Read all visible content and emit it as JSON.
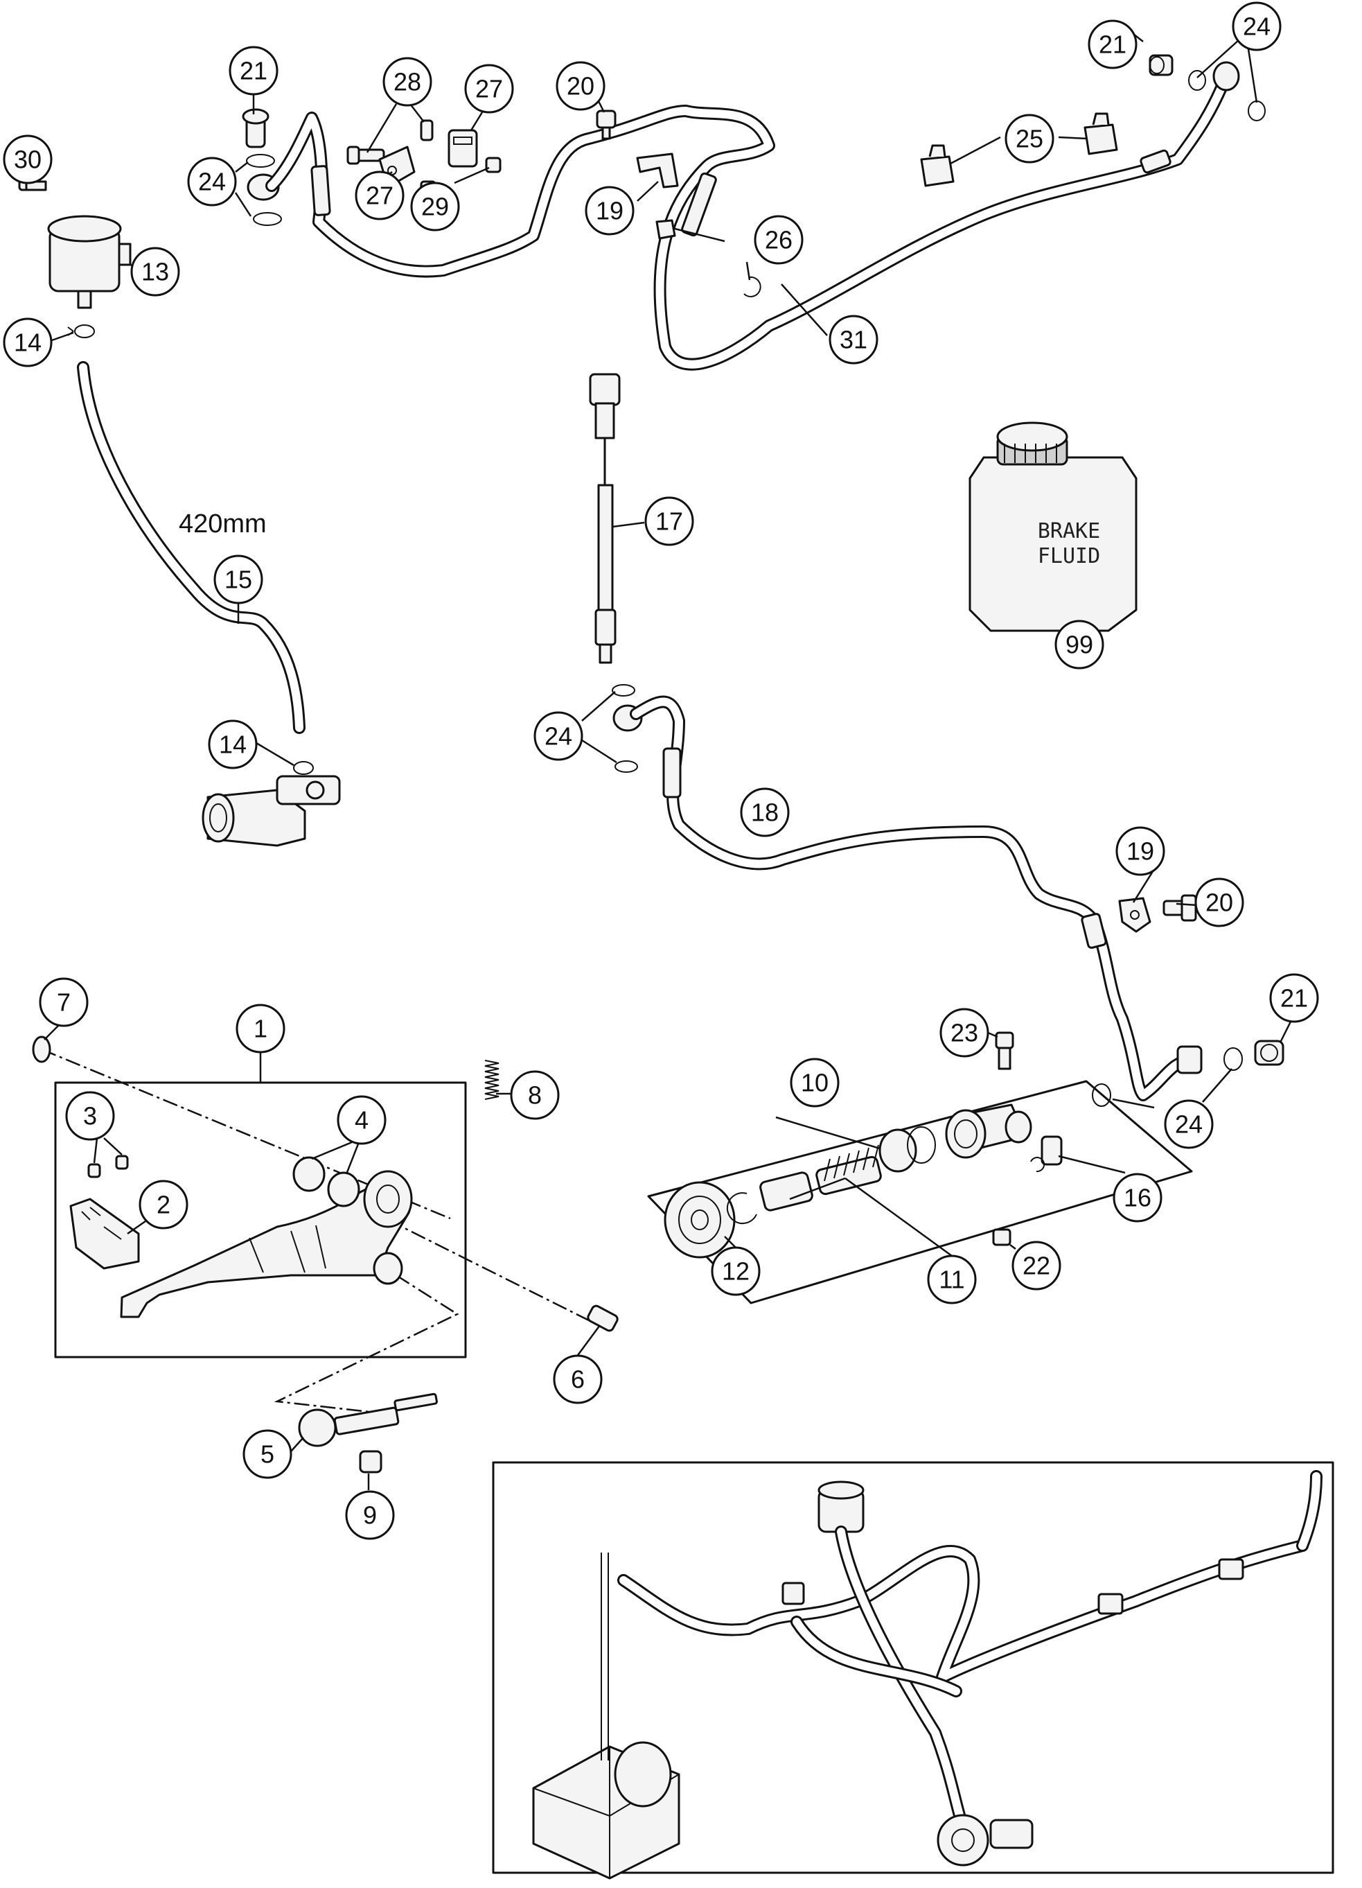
{
  "callouts": [
    {
      "id": "c30a",
      "label": "30"
    },
    {
      "id": "c13",
      "label": "13"
    },
    {
      "id": "c14a",
      "label": "14"
    },
    {
      "id": "c21a",
      "label": "21"
    },
    {
      "id": "c24a",
      "label": "24"
    },
    {
      "id": "c28",
      "label": "28"
    },
    {
      "id": "c27a",
      "label": "27"
    },
    {
      "id": "c27b",
      "label": "27"
    },
    {
      "id": "c29",
      "label": "29"
    },
    {
      "id": "c20a",
      "label": "20"
    },
    {
      "id": "c19a",
      "label": "19"
    },
    {
      "id": "c26",
      "label": "26"
    },
    {
      "id": "c21b",
      "label": "21"
    },
    {
      "id": "c24b",
      "label": "24"
    },
    {
      "id": "c25",
      "label": "25"
    },
    {
      "id": "c31",
      "label": "31"
    },
    {
      "id": "c15",
      "label": "15"
    },
    {
      "id": "c14b",
      "label": "14"
    },
    {
      "id": "c17",
      "label": "17"
    },
    {
      "id": "c99",
      "label": "99"
    },
    {
      "id": "c24c",
      "label": "24"
    },
    {
      "id": "c18",
      "label": "18"
    },
    {
      "id": "c19b",
      "label": "19"
    },
    {
      "id": "c20b",
      "label": "20"
    },
    {
      "id": "c21c",
      "label": "21"
    },
    {
      "id": "c24d",
      "label": "24"
    },
    {
      "id": "c7",
      "label": "7"
    },
    {
      "id": "c1",
      "label": "1"
    },
    {
      "id": "c8",
      "label": "8"
    },
    {
      "id": "c3",
      "label": "3"
    },
    {
      "id": "c4",
      "label": "4"
    },
    {
      "id": "c2",
      "label": "2"
    },
    {
      "id": "c6",
      "label": "6"
    },
    {
      "id": "c5",
      "label": "5"
    },
    {
      "id": "c9",
      "label": "9"
    },
    {
      "id": "c23",
      "label": "23"
    },
    {
      "id": "c10",
      "label": "10"
    },
    {
      "id": "c12",
      "label": "12"
    },
    {
      "id": "c11",
      "label": "11"
    },
    {
      "id": "c16",
      "label": "16"
    },
    {
      "id": "c22",
      "label": "22"
    }
  ],
  "annotations": {
    "hose_length": "420mm"
  },
  "fluid_can": {
    "line1": "BRAKE",
    "line2": "FLUID"
  },
  "colors": {
    "line": "#111111",
    "fill": "#f4f4f4",
    "background": "#ffffff"
  }
}
